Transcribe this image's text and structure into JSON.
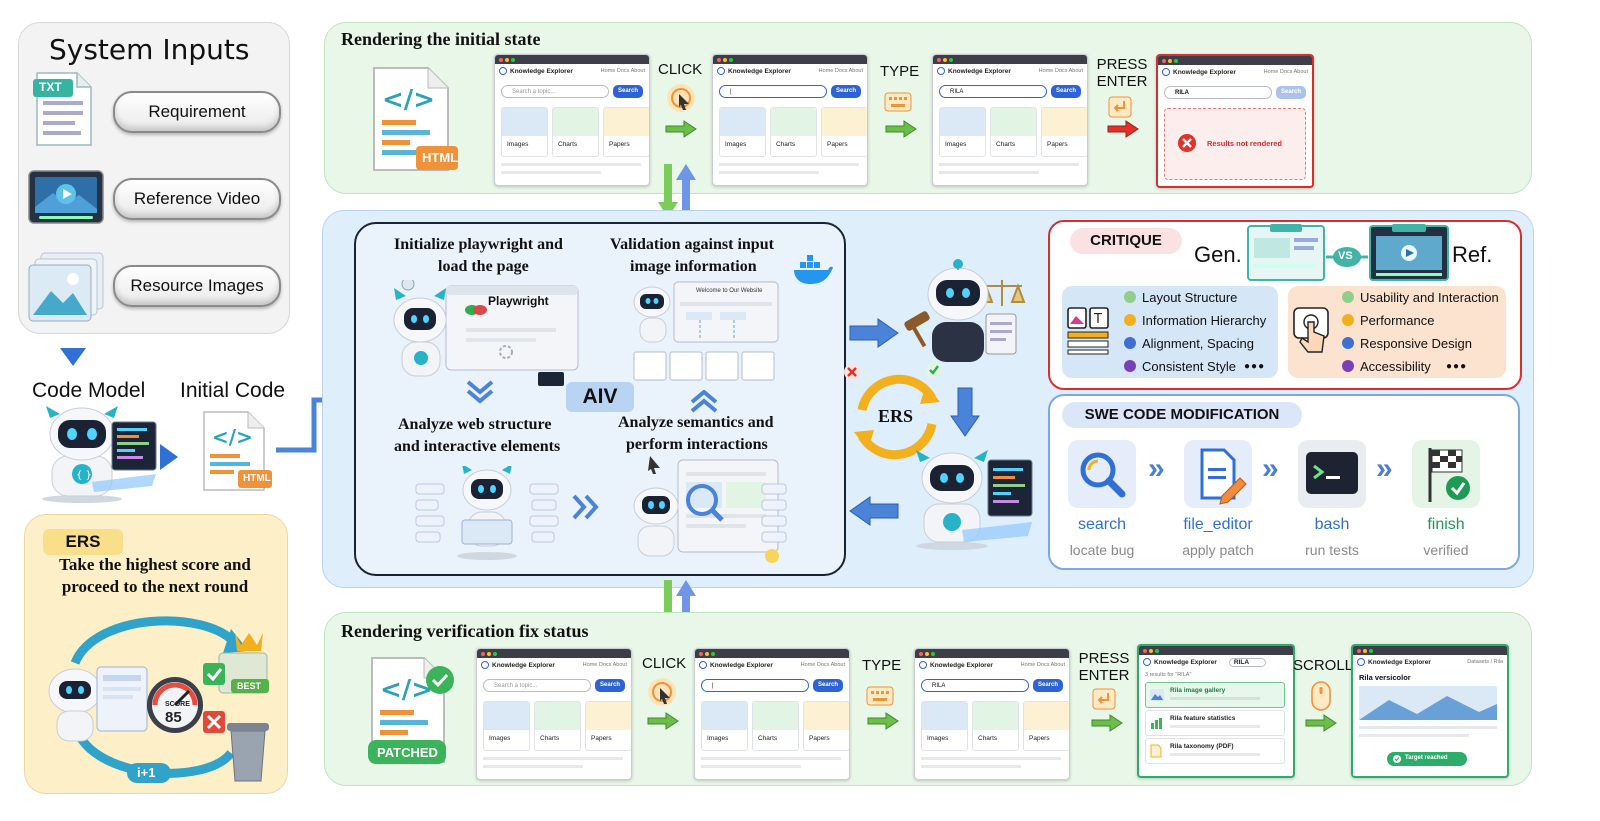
{
  "system_inputs": {
    "title": "System Inputs",
    "items": [
      "Requirement",
      "Reference Video",
      "Resource Images"
    ],
    "txt_badge": "TXT"
  },
  "flow": {
    "code_model": "Code Model",
    "initial_code": "Initial Code",
    "html_badge": "HTML",
    "patched_badge": "PATCHED"
  },
  "ers_panel": {
    "badge": "ERS",
    "text_line1": "Take the highest score and",
    "text_line2": "proceed to the next round",
    "loop_label": "i+1",
    "best_label": "BEST",
    "score_label": "SCORE",
    "score_value": "85"
  },
  "top_row": {
    "title": "Rendering the initial state",
    "actions": [
      "CLICK",
      "TYPE",
      "PRESS ENTER"
    ],
    "error_text": "Results not rendered"
  },
  "bottom_row": {
    "title": "Rendering verification fix status",
    "actions": [
      "CLICK",
      "TYPE",
      "PRESS ENTER",
      "SCROLL"
    ],
    "results_header": "3 results for \"RILA\"",
    "results": [
      "Rila image gallery",
      "Rila feature statistics",
      "Rila taxonomy (PDF)"
    ],
    "detail_title": "Rila versicolor",
    "detail_crumb": "Datasets / Rila",
    "target_text": "Target reached"
  },
  "mock": {
    "brand": "Knowledge Explorer",
    "nav": "Home  Docs  About",
    "placeholder": "Search a topic...",
    "search_btn": "Search",
    "typed": "RILA",
    "cards": [
      "Images",
      "Charts",
      "Papers"
    ]
  },
  "aiv": {
    "label": "AIV",
    "q1": [
      "Initialize playwright and",
      "load the page"
    ],
    "q2": [
      "Validation against input",
      "image information"
    ],
    "q3": [
      "Analyze web structure",
      "and interactive elements"
    ],
    "q4": [
      "Analyze semantics and",
      "perform interactions"
    ],
    "playwright": "Playwright",
    "welcome": "Welcome to Our Website"
  },
  "ers_center": "ERS",
  "critique": {
    "title": "CRITIQUE",
    "gen": "Gen.",
    "ref": "Ref.",
    "vs": "VS",
    "left_items": [
      {
        "label": "Layout Structure",
        "color": "#8fcf8a"
      },
      {
        "label": "Information Hierarchy",
        "color": "#f2b01e"
      },
      {
        "label": "Alignment, Spacing",
        "color": "#3f6fd0"
      },
      {
        "label": "Consistent Style",
        "color": "#7b3fb5"
      }
    ],
    "right_items": [
      {
        "label": "Usability and Interaction",
        "color": "#8fcf8a"
      },
      {
        "label": "Performance",
        "color": "#f2b01e"
      },
      {
        "label": "Responsive Design",
        "color": "#3f6fd0"
      },
      {
        "label": "Accessibility",
        "color": "#7b3fb5"
      }
    ],
    "more": "●●●"
  },
  "swe": {
    "title": "SWE CODE MODIFICATION",
    "steps": [
      {
        "name": "search",
        "sub": "locate bug",
        "color": "#2f6fd6"
      },
      {
        "name": "file_editor",
        "sub": "apply patch",
        "color": "#2f6fd6"
      },
      {
        "name": "bash",
        "sub": "run tests",
        "color": "#2f6fd6"
      },
      {
        "name": "finish",
        "sub": "verified",
        "color": "#1e9a55"
      }
    ]
  }
}
